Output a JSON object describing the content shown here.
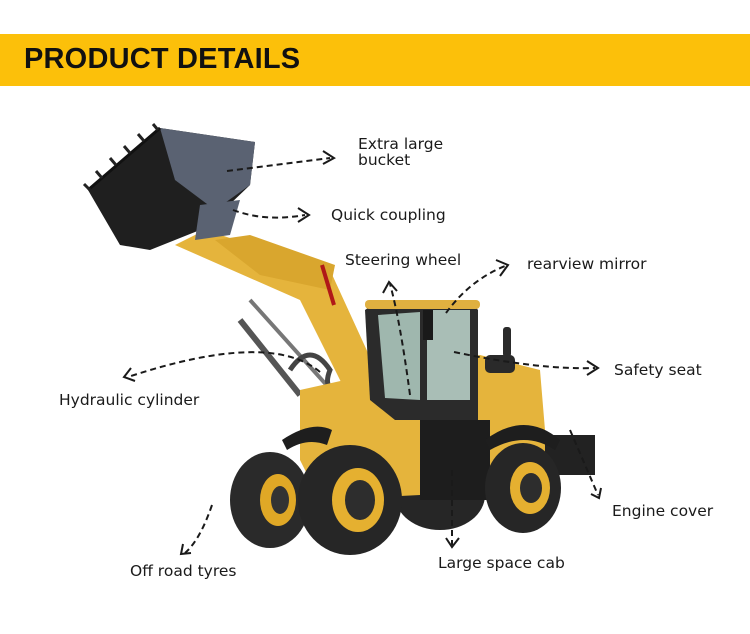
{
  "header": {
    "title": "PRODUCT DETAILS",
    "background_color": "#fcc00a"
  },
  "image": {
    "subject": "yellow wheel loader with raised bucket",
    "machine_color": "#e5b43c"
  },
  "callouts": [
    {
      "id": "bucket",
      "line1": "Extra large",
      "line2": "bucket"
    },
    {
      "id": "coupling",
      "text": "Quick coupling"
    },
    {
      "id": "steering",
      "text": "Steering wheel"
    },
    {
      "id": "mirror",
      "text": "rearview mirror"
    },
    {
      "id": "seat",
      "text": "Safety seat"
    },
    {
      "id": "cylinder",
      "text": "Hydraulic cylinder"
    },
    {
      "id": "engine",
      "text": "Engine cover"
    },
    {
      "id": "cab",
      "text": "Large space cab"
    },
    {
      "id": "tyres",
      "text": "Off road tyres"
    }
  ]
}
